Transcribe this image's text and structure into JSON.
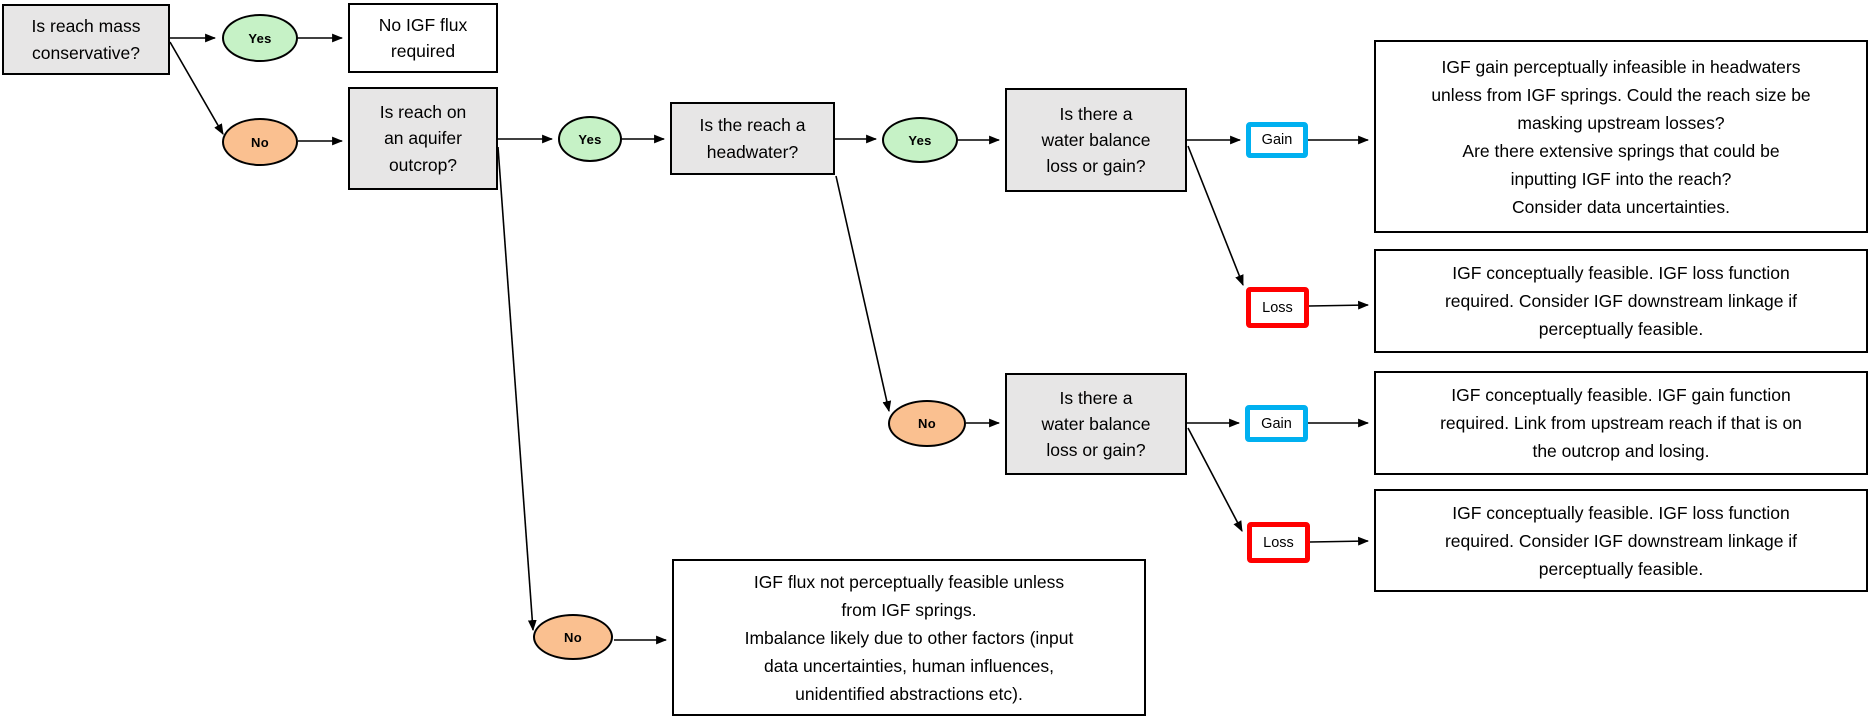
{
  "diagram": {
    "colors": {
      "decision_fill": "#E7E6E6",
      "outcome_fill": "#FFFFFF",
      "yes_fill": "#C6F2C6",
      "no_fill": "#FAC090",
      "gain_border": "#00B0F0",
      "loss_border": "#FF0000",
      "line": "#000000"
    },
    "nodes": {
      "q_mass_conservative": "Is reach mass\nconservative?",
      "o_no_igf_required": "No IGF flux\nrequired",
      "q_aquifer_outcrop": "Is reach on\nan aquifer\noutcrop?",
      "q_headwater": "Is the reach a\nheadwater?",
      "q_water_balance_headwater": "Is there a\nwater balance\nloss or gain?",
      "q_water_balance_non_headwater": "Is there a\nwater balance\nloss or gain?",
      "o_headwater_gain": "IGF gain perceptually infeasible in headwaters\nunless from IGF springs. Could the reach size be\nmasking upstream losses?\nAre there extensive springs that could be\ninputting IGF into the reach?\nConsider data uncertainties.",
      "o_headwater_loss": "IGF conceptually feasible. IGF loss function\nrequired. Consider IGF downstream linkage if\nperceptually feasible.",
      "o_non_headwater_gain": "IGF conceptually feasible. IGF gain function\nrequired. Link from upstream reach if that is on\nthe outcrop and losing.",
      "o_non_headwater_loss": "IGF conceptually feasible. IGF loss function\nrequired. Consider IGF downstream linkage if\nperceptually feasible.",
      "o_not_on_outcrop": "IGF flux not perceptually feasible unless\nfrom IGF springs.\nImbalance likely due to other factors (input\ndata uncertainties, human influences,\nunidentified abstractions etc)."
    },
    "branch_labels": {
      "mass_yes": "Yes",
      "mass_no": "No",
      "outcrop_yes": "Yes",
      "outcrop_no": "No",
      "headwater_yes": "Yes",
      "headwater_no": "No",
      "wb1_gain": "Gain",
      "wb1_loss": "Loss",
      "wb2_gain": "Gain",
      "wb2_loss": "Loss"
    }
  }
}
